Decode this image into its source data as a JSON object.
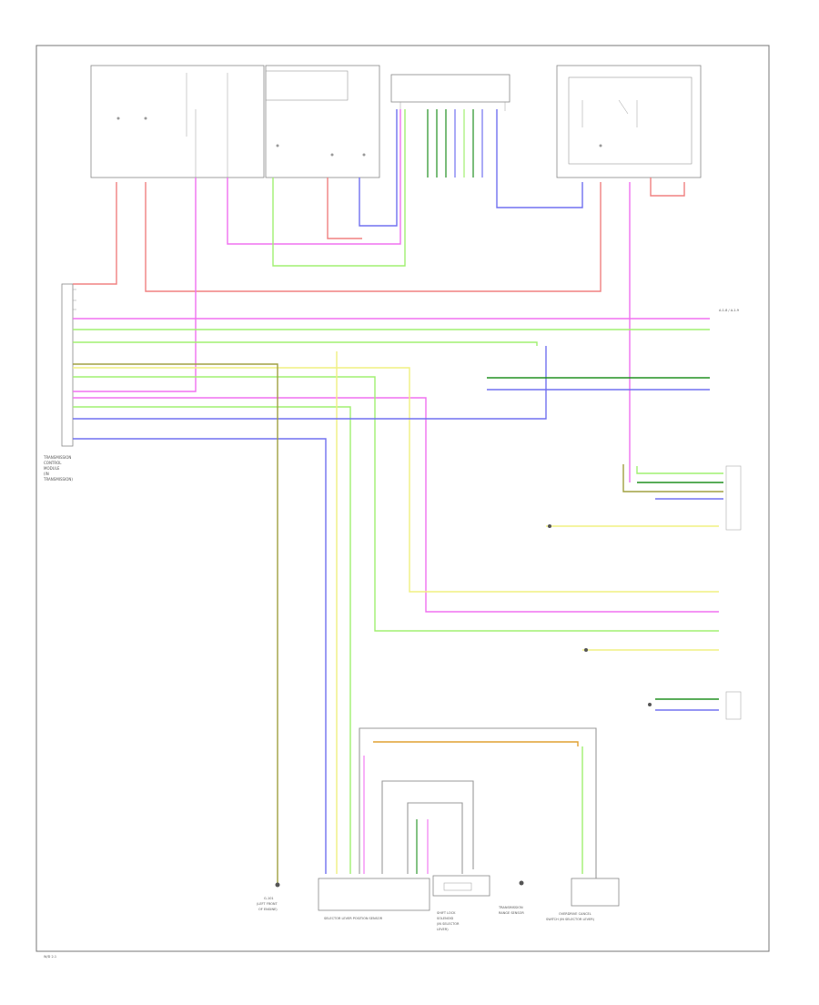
{
  "wire_colors": {
    "red": "#f08080",
    "magenta": "#f070f0",
    "light_green": "#a0f070",
    "yellow": "#f0f080",
    "blue": "#7070f0",
    "dark_green": "#209020",
    "olive": "#a0a040",
    "orange": "#e0a030",
    "purple": "#c080e0",
    "frame": "#777777"
  },
  "labels": {
    "tcm": [
      "TRANSMISSION",
      "CONTROL",
      "MODULE",
      "(IN",
      "TRANSMISSION)"
    ],
    "page_ref": "A-1-8 / A-1-9",
    "selector_lever": "SELECTOR LEVER POSITION SENSOR",
    "shift_lock": [
      "SHIFT LOCK",
      "SOLENOID",
      "(IN SELECTOR",
      "LEVER)"
    ],
    "tr_sensor": [
      "TRANSMISSION",
      "RANGE SENSOR"
    ],
    "overdrive_switch": [
      "OVERDRIVE CANCEL",
      "SWITCH (IN SELECTOR LEVER)"
    ],
    "ground_1": [
      "G-101",
      "(LEFT FRONT",
      "OF ENGINE)"
    ],
    "footer": "W/D 2-1"
  }
}
